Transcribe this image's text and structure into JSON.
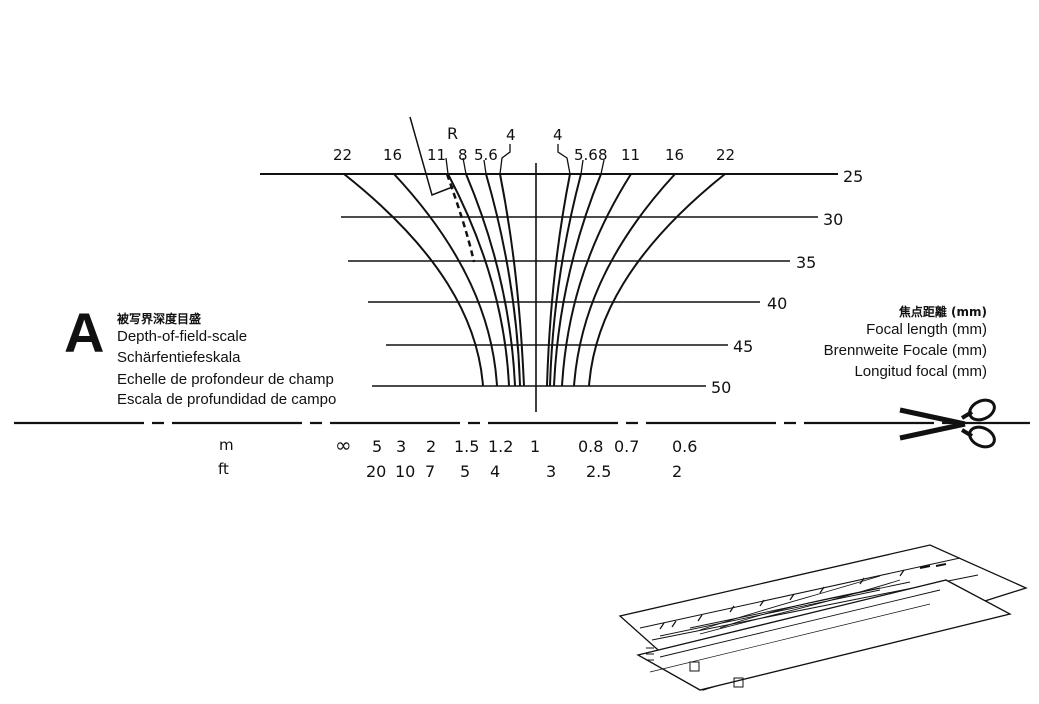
{
  "section_letter": "A",
  "title_lines": {
    "jp": "被写界深度目盛",
    "en": "Depth-of-field-scale",
    "de": "Schärfentiefeskala",
    "fr": "Echelle de profondeur de champ",
    "es": "Escala de profundidad de campo"
  },
  "focal_label_lines": {
    "jp": "焦点距離 (mm)",
    "en": "Focal length (mm)",
    "de_fr": "Brennweite Focale (mm)",
    "es": "Longitud focal (mm)"
  },
  "focal_lengths": [
    "25",
    "30",
    "35",
    "40",
    "45",
    "50"
  ],
  "aperture_labels_left": [
    "22",
    "16",
    "11",
    "8",
    "5.6",
    "4"
  ],
  "aperture_labels_right": [
    "4",
    "5.6",
    "8",
    "11",
    "16",
    "22"
  ],
  "r_mark": "R",
  "distance_scale": {
    "meters_label": "m",
    "meters": [
      "∞",
      "5",
      "3",
      "2",
      "1.5",
      "1.2",
      "1",
      "0.8",
      "0.7",
      "0.6"
    ],
    "feet_label": "ft",
    "feet": [
      "20",
      "10",
      "7",
      "5",
      "4",
      "3",
      "2.5",
      "2"
    ]
  },
  "icons": {
    "cut_line": "scissors-icon",
    "assembly": "assembled-scale-illustration"
  }
}
